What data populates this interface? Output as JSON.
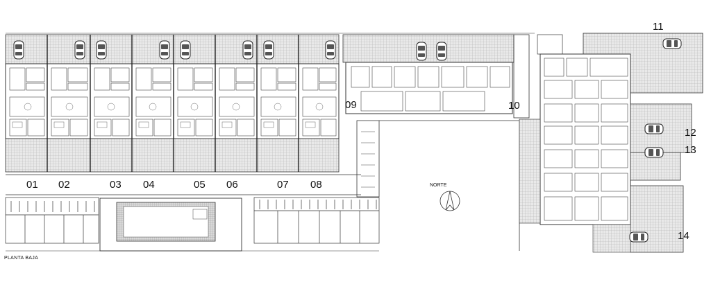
{
  "drawing": {
    "title": "PLANTA BAJA",
    "north_label": "NORTE"
  },
  "units": {
    "u01": "01",
    "u02": "02",
    "u03": "03",
    "u04": "04",
    "u05": "05",
    "u06": "06",
    "u07": "07",
    "u08": "08",
    "u09": "09",
    "u10": "10",
    "u11": "11",
    "u12": "12",
    "u13": "13",
    "u14": "14"
  },
  "colors": {
    "line": "#333333",
    "hatch": "#bdbdbd",
    "paper": "#ffffff"
  }
}
